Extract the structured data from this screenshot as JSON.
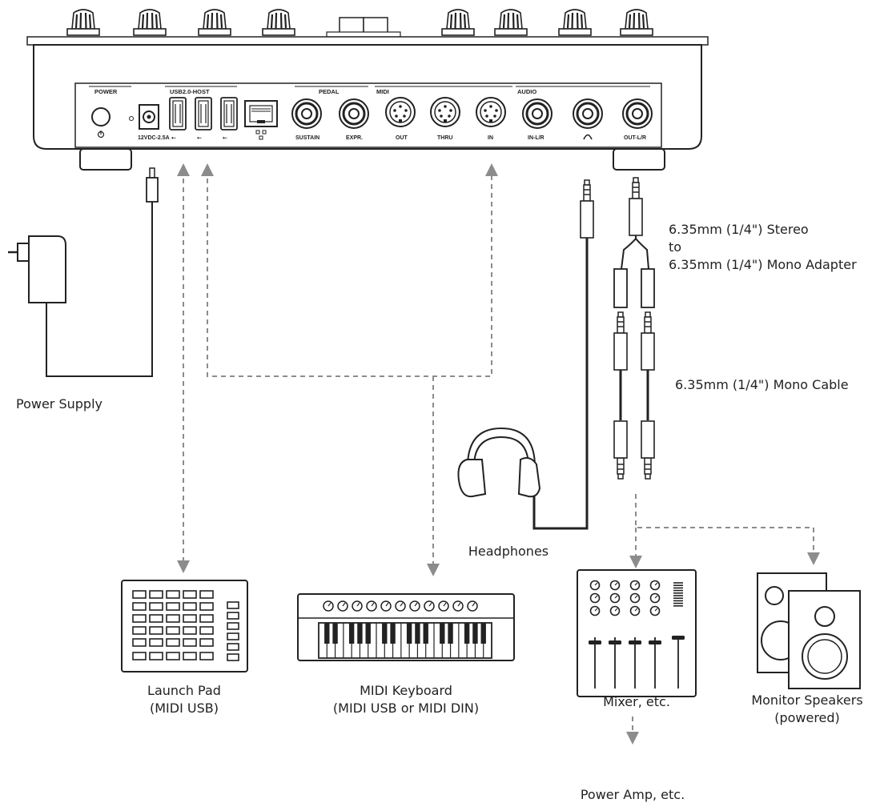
{
  "device": {
    "sections": {
      "power": "POWER",
      "usb": "USB2.0-HOST",
      "pedal": "PEDAL",
      "midi": "MIDI",
      "audio": "AUDIO"
    },
    "ports": {
      "dc": "12VDC-2.5A",
      "sustain": "SUSTAIN",
      "expr": "EXPR.",
      "midi_out": "OUT",
      "midi_thru": "THRU",
      "midi_in": "IN",
      "audio_in": "IN-L/R",
      "audio_out": "OUT-L/R"
    }
  },
  "labels": {
    "power_supply": "Power Supply",
    "adapter_line1": "6.35mm (1/4\") Stereo",
    "adapter_line2": "to",
    "adapter_line3": "6.35mm (1/4\") Mono Adapter",
    "mono_cable": "6.35mm (1/4\") Mono Cable",
    "headphones": "Headphones",
    "launch_pad_line1": "Launch Pad",
    "launch_pad_line2": "(MIDI USB)",
    "midi_keyboard_line1": "MIDI Keyboard",
    "midi_keyboard_line2": "(MIDI USB or MIDI DIN)",
    "mixer": "Mixer, etc.",
    "monitor_line1": "Monitor Speakers",
    "monitor_line2": "(powered)",
    "power_amp": "Power Amp, etc."
  },
  "colors": {
    "line": "#222222",
    "dashed": "#8c8c8c"
  }
}
